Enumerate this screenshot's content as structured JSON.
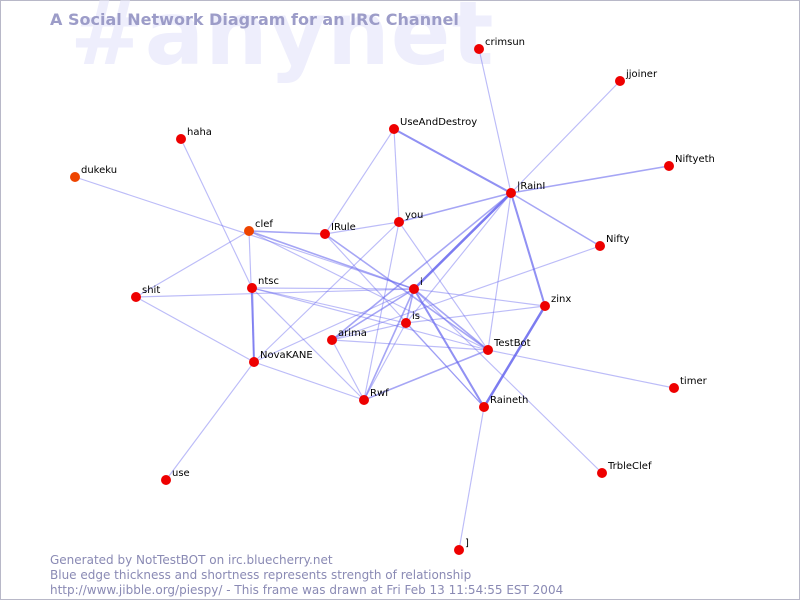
{
  "watermark": "#anynet",
  "title": "A Social Network Diagram for an IRC Channel",
  "footer": {
    "line1": "Generated by NotTestBOT on irc.bluecherry.net",
    "line2": "Blue edge thickness and shortness represents strength of relationship",
    "line3": "http://www.jibble.org/piespy/ - This frame was drawn at Fri Feb 13 11:54:55 EST 2004"
  },
  "colors": {
    "node": "#ee0000",
    "node_alt": "#ee4400",
    "edge": "#6666ee",
    "title": "#9c9cc8",
    "watermark": "#eeeefc"
  },
  "graph": {
    "nodes": [
      {
        "id": "crimsun",
        "label": "crimsun"
      },
      {
        "id": "jjoiner",
        "label": "jjoiner"
      },
      {
        "id": "haha",
        "label": "haha"
      },
      {
        "id": "UseAndDestroy",
        "label": "UseAndDestroy"
      },
      {
        "id": "Niftyeth",
        "label": "Niftyeth"
      },
      {
        "id": "dukeku",
        "label": "dukeku",
        "alt": true
      },
      {
        "id": "IRainI",
        "label": "|RainI"
      },
      {
        "id": "you",
        "label": "you"
      },
      {
        "id": "clef",
        "label": "clef",
        "alt": true
      },
      {
        "id": "IRule",
        "label": "IRule"
      },
      {
        "id": "Nifty",
        "label": "Nifty"
      },
      {
        "id": "ntsc",
        "label": "ntsc"
      },
      {
        "id": "shit",
        "label": "shit"
      },
      {
        "id": "i",
        "label": "i"
      },
      {
        "id": "zinx",
        "label": "zinx"
      },
      {
        "id": "is",
        "label": "is"
      },
      {
        "id": "arima",
        "label": "arima"
      },
      {
        "id": "TestBot",
        "label": "TestBot"
      },
      {
        "id": "NovaKANE",
        "label": "NovaKANE"
      },
      {
        "id": "timer",
        "label": "timer"
      },
      {
        "id": "Rwf",
        "label": "Rwf"
      },
      {
        "id": "Raineth",
        "label": "Raineth"
      },
      {
        "id": "TrbleClef",
        "label": "TrbleClef"
      },
      {
        "id": "use",
        "label": "use"
      },
      {
        "id": "bracket",
        "label": "]"
      }
    ],
    "edges": [
      {
        "from": "crimsun",
        "to": "IRainI",
        "weight": 1
      },
      {
        "from": "jjoiner",
        "to": "IRainI",
        "weight": 1
      },
      {
        "from": "Niftyeth",
        "to": "IRainI",
        "weight": 2
      },
      {
        "from": "UseAndDestroy",
        "to": "IRainI",
        "weight": 3
      },
      {
        "from": "UseAndDestroy",
        "to": "you",
        "weight": 1
      },
      {
        "from": "UseAndDestroy",
        "to": "IRule",
        "weight": 1
      },
      {
        "from": "IRainI",
        "to": "you",
        "weight": 2
      },
      {
        "from": "IRainI",
        "to": "Nifty",
        "weight": 2
      },
      {
        "from": "IRainI",
        "to": "i",
        "weight": 4
      },
      {
        "from": "IRainI",
        "to": "zinx",
        "weight": 3
      },
      {
        "from": "IRainI",
        "to": "arima",
        "weight": 2
      },
      {
        "from": "IRainI",
        "to": "TestBot",
        "weight": 1
      },
      {
        "from": "IRainI",
        "to": "is",
        "weight": 1
      },
      {
        "from": "haha",
        "to": "ntsc",
        "weight": 1
      },
      {
        "from": "dukeku",
        "to": "i",
        "weight": 1
      },
      {
        "from": "clef",
        "to": "IRule",
        "weight": 2
      },
      {
        "from": "clef",
        "to": "i",
        "weight": 2
      },
      {
        "from": "clef",
        "to": "shit",
        "weight": 1
      },
      {
        "from": "clef",
        "to": "TestBot",
        "weight": 1
      },
      {
        "from": "clef",
        "to": "NovaKANE",
        "weight": 1
      },
      {
        "from": "IRule",
        "to": "you",
        "weight": 1
      },
      {
        "from": "IRule",
        "to": "TestBot",
        "weight": 2
      },
      {
        "from": "IRule",
        "to": "Raineth",
        "weight": 1
      },
      {
        "from": "you",
        "to": "Rwf",
        "weight": 1
      },
      {
        "from": "you",
        "to": "TestBot",
        "weight": 1
      },
      {
        "from": "you",
        "to": "NovaKANE",
        "weight": 1
      },
      {
        "from": "Nifty",
        "to": "arima",
        "weight": 1
      },
      {
        "from": "ntsc",
        "to": "NovaKANE",
        "weight": 3
      },
      {
        "from": "ntsc",
        "to": "i",
        "weight": 1
      },
      {
        "from": "ntsc",
        "to": "TestBot",
        "weight": 1
      },
      {
        "from": "ntsc",
        "to": "Rwf",
        "weight": 1
      },
      {
        "from": "ntsc",
        "to": "is",
        "weight": 1
      },
      {
        "from": "shit",
        "to": "i",
        "weight": 1
      },
      {
        "from": "shit",
        "to": "NovaKANE",
        "weight": 1
      },
      {
        "from": "i",
        "to": "arima",
        "weight": 2
      },
      {
        "from": "i",
        "to": "is",
        "weight": 2
      },
      {
        "from": "i",
        "to": "TestBot",
        "weight": 2
      },
      {
        "from": "i",
        "to": "Rwf",
        "weight": 2
      },
      {
        "from": "i",
        "to": "Raineth",
        "weight": 3
      },
      {
        "from": "i",
        "to": "zinx",
        "weight": 1
      },
      {
        "from": "i",
        "to": "NovaKANE",
        "weight": 1
      },
      {
        "from": "i",
        "to": "TrbleClef",
        "weight": 1
      },
      {
        "from": "is",
        "to": "arima",
        "weight": 1
      },
      {
        "from": "is",
        "to": "Rwf",
        "weight": 1
      },
      {
        "from": "is",
        "to": "zinx",
        "weight": 1
      },
      {
        "from": "is",
        "to": "Raineth",
        "weight": 1
      },
      {
        "from": "arima",
        "to": "TestBot",
        "weight": 1
      },
      {
        "from": "arima",
        "to": "Rwf",
        "weight": 1
      },
      {
        "from": "zinx",
        "to": "Raineth",
        "weight": 4
      },
      {
        "from": "TestBot",
        "to": "Rwf",
        "weight": 2
      },
      {
        "from": "TestBot",
        "to": "timer",
        "weight": 1
      },
      {
        "from": "NovaKANE",
        "to": "Rwf",
        "weight": 1
      },
      {
        "from": "NovaKANE",
        "to": "use",
        "weight": 1
      },
      {
        "from": "Raineth",
        "to": "bracket",
        "weight": 1
      }
    ]
  }
}
